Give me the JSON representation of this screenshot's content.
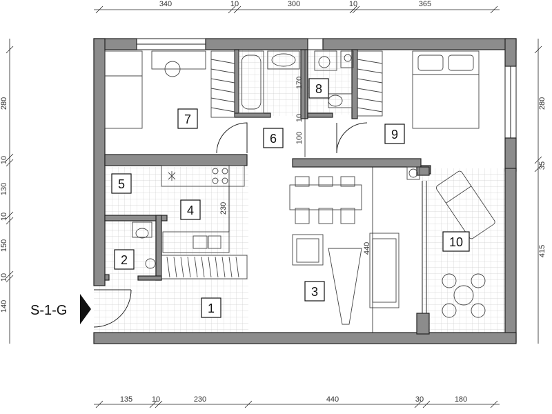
{
  "dimensions_top": [
    "340",
    "10",
    "300",
    "10",
    "365"
  ],
  "dimensions_bottom": [
    "135",
    "10",
    "230",
    "440",
    "30",
    "180"
  ],
  "dimensions_left": [
    "280",
    "10",
    "130",
    "10",
    "150",
    "10",
    "140"
  ],
  "dimensions_right": [
    "280",
    "35",
    "415"
  ],
  "inner_dimensions": [
    "170",
    "10",
    "100",
    "230",
    "440"
  ],
  "rooms": [
    {
      "id": "1"
    },
    {
      "id": "2"
    },
    {
      "id": "3"
    },
    {
      "id": "4"
    },
    {
      "id": "5"
    },
    {
      "id": "6"
    },
    {
      "id": "7"
    },
    {
      "id": "8"
    },
    {
      "id": "9"
    },
    {
      "id": "10"
    }
  ],
  "unit_label": "S-1-G",
  "colors": {
    "wall": "#8c8c8c",
    "line": "#222222",
    "tile": "#cfcfcf"
  }
}
